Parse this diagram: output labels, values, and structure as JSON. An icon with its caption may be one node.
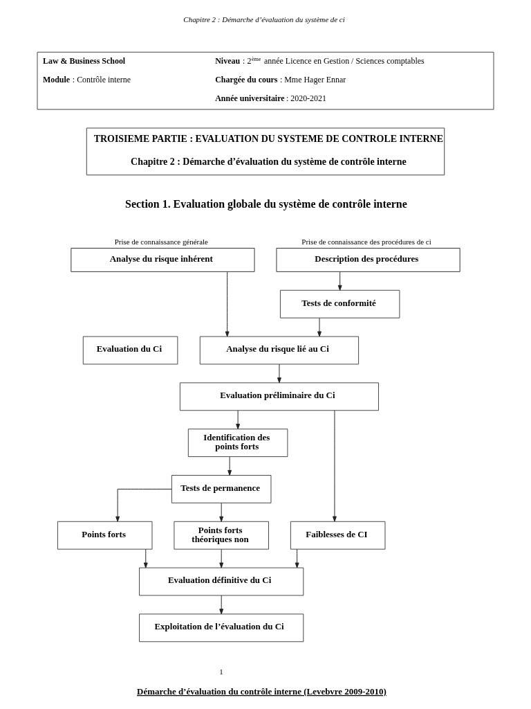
{
  "diagram": {
    "title": "Section 1. Evaluation globale du système de contrôle interne",
    "caption": "Démarche d’évaluation du contrôle interne (Levebvre 2009-2010)",
    "nodes": [
      {
        "text": [
          "Law & Business School",
          "**Niveau** : 2$^{ème}$ année Licence en Gestion / Sciences comptables",
          "**Module** : Contrôle interne",
          "**Chargée du cours** : Mme Hager Ennar",
          "**Année universitaire** : 2020-2021"
        ]
      },
      {
        "text": [
          "TROISIEME PARTIE : EVALUATION DU SYSTEME DE CONTROLE INTERNE",
          "Chapitre 2 : Démarche d’évaluation du système de contrôle interne"
        ]
      },
      {
        "text": [
          "Prise de connaissance générale",
          "Analyse du risque inhérent"
        ]
      },
      {
        "text": [
          "Prise de connaissance des procédures de ci",
          "Description des procédures"
        ]
      },
      {
        "text": [
          "Tests de conformité"
        ]
      },
      {
        "text": [
          "Evaluation du Ci"
        ]
      },
      {
        "text": [
          "Analyse du risque lié au Ci"
        ]
      },
      {
        "text": [
          "Evaluation préliminaire du Ci"
        ]
      },
      {
        "text": [
          "Identification des points forts"
        ]
      },
      {
        "text": [
          "Tests de permanence"
        ]
      },
      {
        "text": [
          "Points forts"
        ]
      },
      {
        "text": [
          "Points forts théoriques non"
        ]
      },
      {
        "text": [
          "Faiblesses de CI"
        ]
      },
      {
        "text": [
          "Evaluation définitive du Ci"
        ]
      },
      {
        "text": [
          "Exploitation de l’évaluation du Ci"
        ]
      }
    ],
    "edges": [
      {
        "from": 2,
        "to": 6,
        "arrow": "to"
      },
      {
        "from": 3,
        "to": 4,
        "arrow": "to"
      },
      {
        "from": 4,
        "to": 6,
        "arrow": "to"
      },
      {
        "from": 6,
        "to": 7,
        "arrow": "to"
      },
      {
        "from": 7,
        "to": 8,
        "arrow": "to"
      },
      {
        "from": 7,
        "to": 12,
        "arrow": "to"
      },
      {
        "from": 8,
        "to": 9,
        "arrow": "to"
      },
      {
        "from": 9,
        "to": 10,
        "arrow": "to"
      },
      {
        "from": 9,
        "to": 11,
        "arrow": "to"
      },
      {
        "from": 10,
        "to": 13,
        "arrow": "to"
      },
      {
        "from": 11,
        "to": 13,
        "arrow": "to"
      },
      {
        "from": 12,
        "to": 13,
        "arrow": "to"
      },
      {
        "from": 13,
        "to": 14,
        "arrow": "to"
      }
    ],
    "labels": [
      "Chapitre 2 : Démarche d’évaluation du système de ci",
      "1"
    ]
  }
}
